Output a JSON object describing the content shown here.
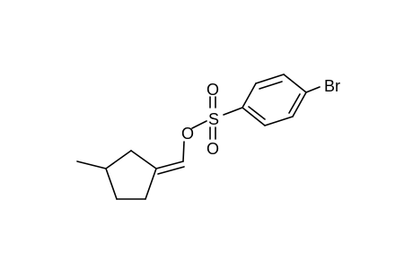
{
  "molecule": {
    "atoms": {
      "br": "Br",
      "o_ester": "O",
      "s": "S",
      "o_top": "O",
      "o_bottom": "O"
    }
  },
  "colors": {
    "bond": "#000000",
    "background": "#ffffff"
  }
}
